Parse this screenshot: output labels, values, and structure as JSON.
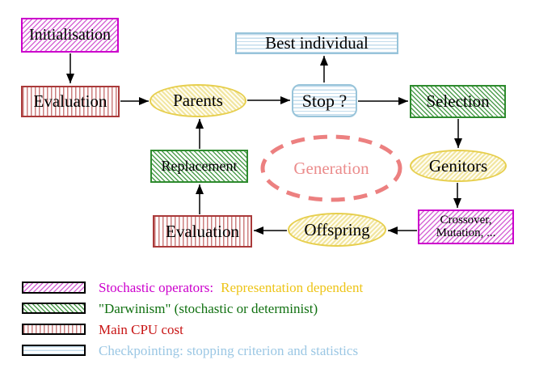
{
  "nodes": {
    "initialisation": "Initialisation",
    "evaluation_top": "Evaluation",
    "parents": "Parents",
    "best_individual": "Best individual",
    "stop": "Stop ?",
    "selection": "Selection",
    "genitors": "Genitors",
    "crossover_line1": "Crossover,",
    "crossover_line2": "Mutation, ...",
    "offspring": "Offspring",
    "evaluation_bottom": "Evaluation",
    "replacement": "Replacement",
    "generation": "Generation"
  },
  "legend": {
    "row1_part1": "Stochastic operators:",
    "row1_part2": "Representation dependent",
    "row2": "\"Darwinism\" (stochastic or determinist)",
    "row3": "Main CPU cost",
    "row4": "Checkpointing: stopping criterion and statistics"
  },
  "colors": {
    "stochastic_magenta": "#cc00cc",
    "representation_gold": "#edc417",
    "darwinism_green": "#107010",
    "cpu_cost_red": "#c81414",
    "checkpointing_blue": "#9bc7e4",
    "generation_dash_pink": "#ec8080",
    "yellow_node_border": "#e7cf4e",
    "green_node_border": "#2e8b2e",
    "red_node_border": "#aa3a3a",
    "cyan_node_border": "#98c4da",
    "arrow_black": "#000000"
  }
}
